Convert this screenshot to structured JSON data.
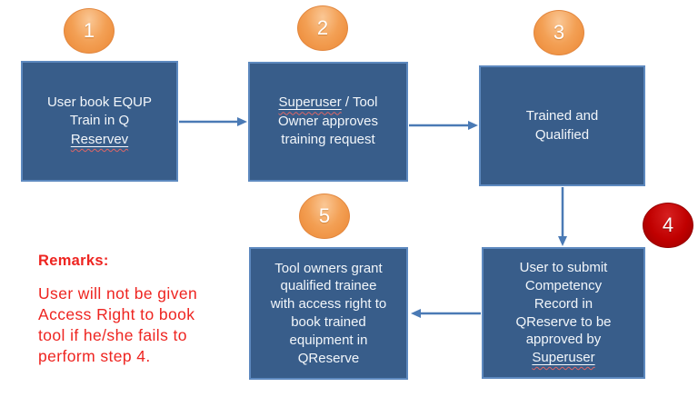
{
  "theme": {
    "background": "#ffffff",
    "box_fill": "#385d8a",
    "box_border": "#5d89bf",
    "box_text": "#f2f6fa",
    "arrow": "#4a7ab5",
    "badge_orange": "#f3a055",
    "badge_red": "#c00000",
    "badge_text": "#ffffff",
    "remarks_red": "#ee2420",
    "spellcheck_wavy": "#e06666"
  },
  "steps": [
    {
      "number": "1",
      "lines": [
        [
          {
            "t": "User book EQUP"
          }
        ],
        [
          {
            "t": "Train in Q"
          }
        ],
        [
          {
            "t": "Reservev",
            "u": true
          }
        ]
      ]
    },
    {
      "number": "2",
      "lines": [
        [
          {
            "t": "Superuser",
            "u": true
          },
          {
            "t": " / Tool"
          }
        ],
        [
          {
            "t": "Owner approves"
          }
        ],
        [
          {
            "t": "training request"
          }
        ]
      ]
    },
    {
      "number": "3",
      "lines": [
        [
          {
            "t": "Trained and"
          }
        ],
        [
          {
            "t": "Qualified"
          }
        ]
      ]
    },
    {
      "number": "4",
      "lines": [
        [
          {
            "t": "User to submit"
          }
        ],
        [
          {
            "t": "Competency"
          }
        ],
        [
          {
            "t": "Record in"
          }
        ],
        [
          {
            "t": "QReserve to be"
          }
        ],
        [
          {
            "t": "approved by"
          }
        ],
        [
          {
            "t": "Superuser",
            "u": true
          }
        ]
      ]
    },
    {
      "number": "5",
      "lines": [
        [
          {
            "t": "Tool owners grant"
          }
        ],
        [
          {
            "t": "qualified trainee"
          }
        ],
        [
          {
            "t": "with access right to"
          }
        ],
        [
          {
            "t": "book trained"
          }
        ],
        [
          {
            "t": "equipment in"
          }
        ],
        [
          {
            "t": "QReserve"
          }
        ]
      ]
    }
  ],
  "remarks": {
    "heading": "Remarks:",
    "body_lines": [
      "User will not be given",
      "Access Right to book",
      "tool if he/she fails to",
      "perform step 4."
    ]
  }
}
